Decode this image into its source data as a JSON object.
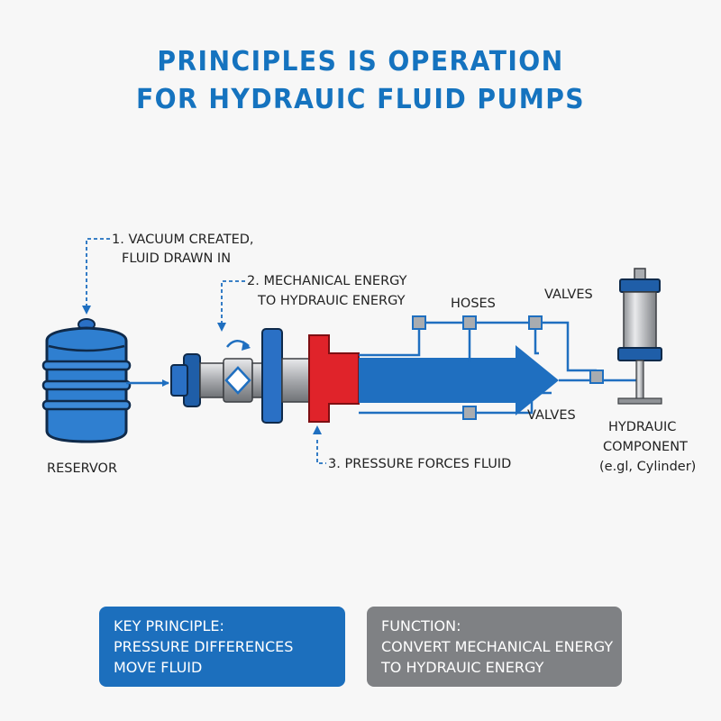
{
  "title": {
    "line1": "PRINCIPLES IS OPERATION",
    "line2": "FOR HYDRAUIC FLUID PUMPS"
  },
  "colors": {
    "title": "#1573bf",
    "blue": "#2a70c5",
    "pipe": "#1f6fc0",
    "red": "#e0232a",
    "grey": "#7f8184",
    "connector": "#a9acb0"
  },
  "diagram": {
    "reservoir_label": "RESERVOR",
    "step1_line1": "1. VACUUM CREATED,",
    "step1_line2": "FLUID DRAWN IN",
    "step2_line1": "2. MECHANICAL ENERGY",
    "step2_line2": "TO HYDRAUIC ENERGY",
    "step3": "3. PRESSURE FORCES FLUID",
    "hoses_label": "HOSES",
    "valves_top_label": "VALVES",
    "valves_bottom_label": "VALVES",
    "component_line1": "HYDRAUIC",
    "component_line2": "COMPONENT",
    "component_line3": "(e.gl, Cylinder)"
  },
  "cards": {
    "key": {
      "line1": "KEY PRINCIPLE:",
      "line2": "PRESSURE DIFFERENCES",
      "line3": "MOVE FLUID"
    },
    "function": {
      "line1": "FUNCTION:",
      "line2": "CONVERT MECHANICAL ENERGY",
      "line3": "TO HYDRAUIC ENERGY"
    }
  }
}
